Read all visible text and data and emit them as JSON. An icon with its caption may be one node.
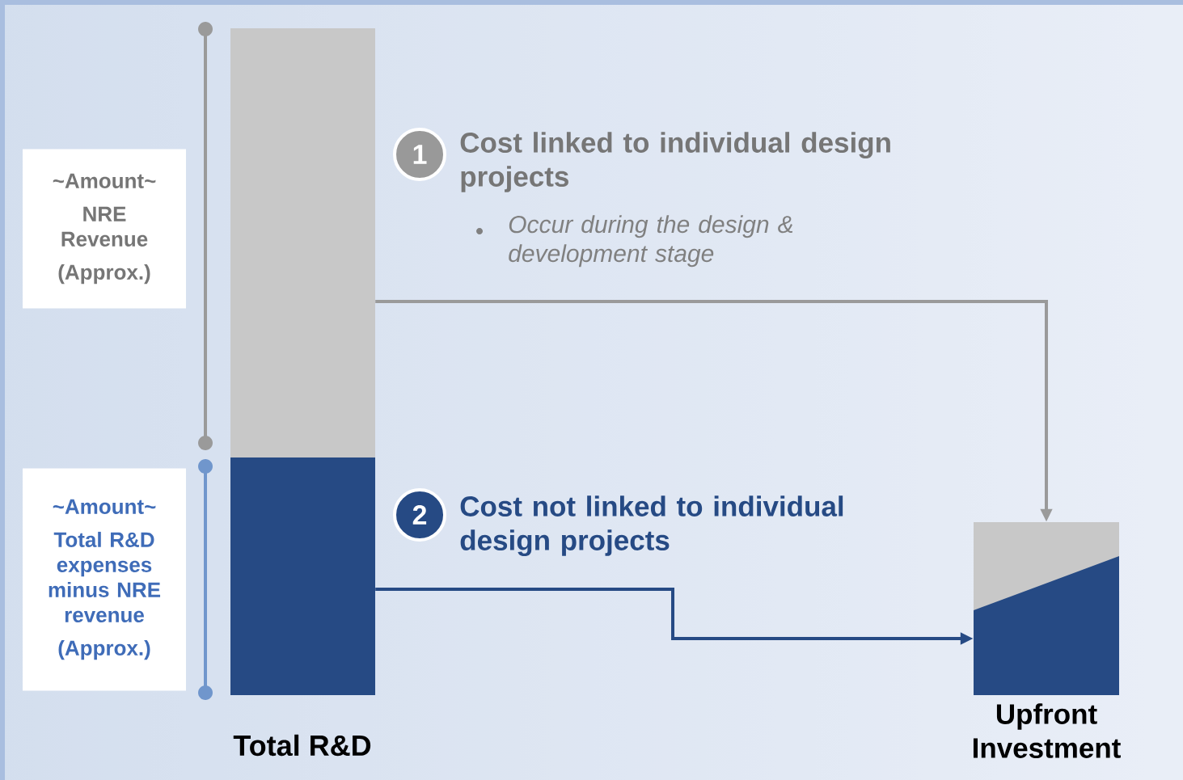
{
  "diagram": {
    "nodes": [
      {
        "text": [
          "~Amount~",
          "NRE Revenue",
          "(Approx.)"
        ]
      },
      {
        "text": [
          "~Amount~",
          "Total R&D expenses minus NRE revenue",
          "(Approx.)"
        ]
      },
      {
        "text": [],
        "shape": "bar"
      },
      {
        "text": [],
        "shape": "bar",
        "beside": [
          "Total R&D"
        ]
      },
      {
        "text": [
          "Upfront Investment"
        ]
      }
    ],
    "edges": [
      {
        "from": 2,
        "to": 4,
        "arrow": "to",
        "color": "#9a9a9a"
      },
      {
        "from": 3,
        "to": 4,
        "arrow": "to",
        "color": "#264a84"
      }
    ],
    "labels": [
      "1",
      "Cost linked to individual design projects",
      "Occur during the design & development stage",
      "2",
      "Cost not linked to individual design projects"
    ]
  }
}
